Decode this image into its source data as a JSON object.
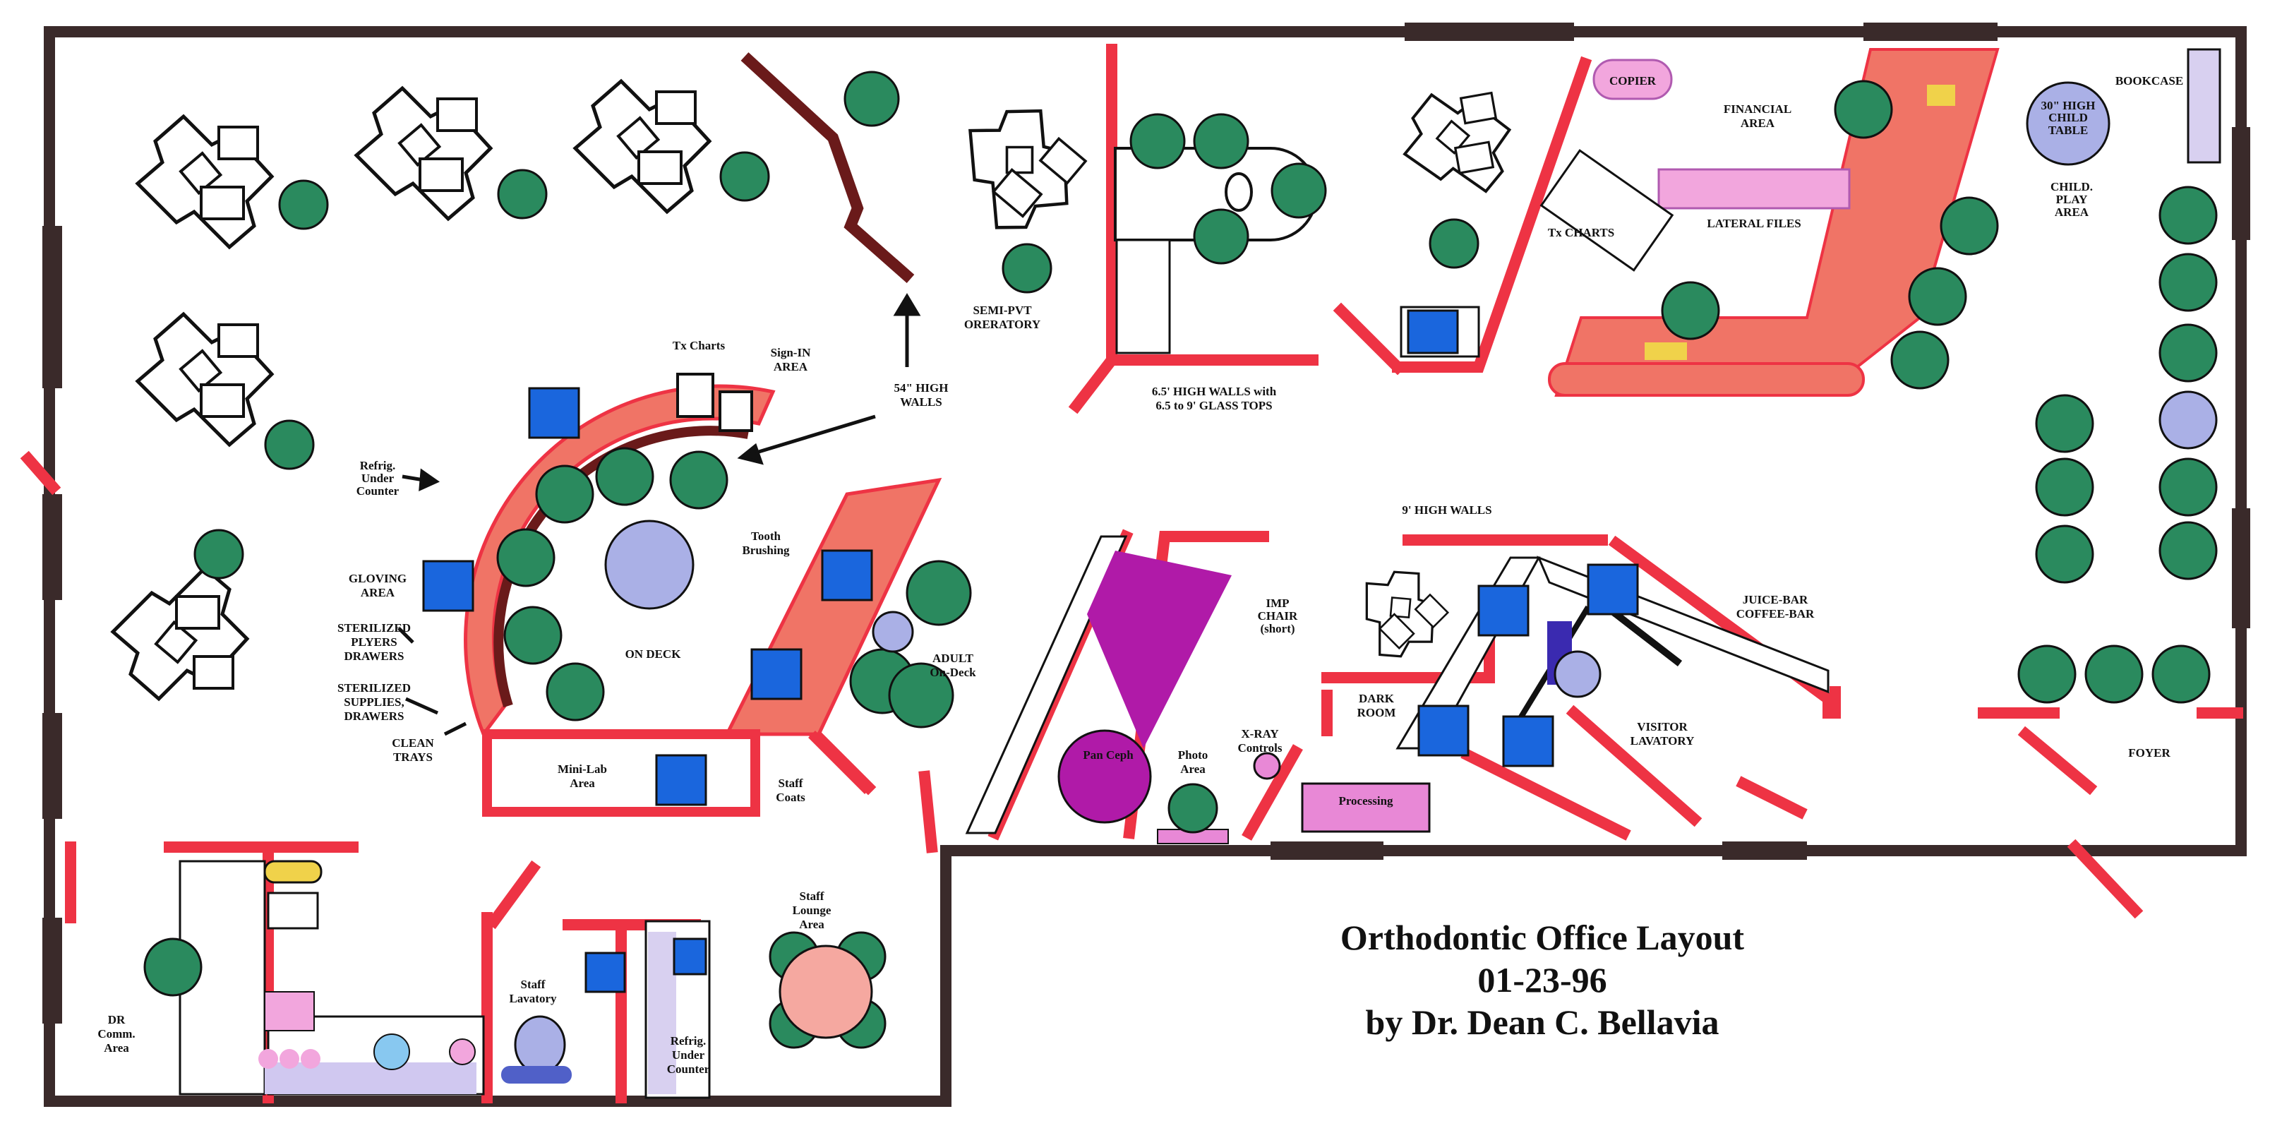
{
  "title": {
    "line1": "Orthodontic Office Layout",
    "line2": "01-23-96",
    "line3": "by Dr. Dean C. Bellavia"
  },
  "labels": {
    "tx_charts_top": "Tx Charts",
    "sign_in_1": "Sign-IN",
    "sign_in_2": "AREA",
    "high_walls_54_1": "54\" HIGH",
    "high_walls_54_2": "WALLS",
    "semi_pvt_1": "SEMI-PVT",
    "semi_pvt_2": "ORERATORY",
    "walls_65_1": "6.5' HIGH WALLS with",
    "walls_65_2": "6.5 to 9' GLASS TOPS",
    "tx_charts_right": "Tx CHARTS",
    "copier": "COPIER",
    "financial_1": "FINANCIAL",
    "financial_2": "AREA",
    "lateral_files": "LATERAL FILES",
    "bookcase": "BOOKCASE",
    "child_table_1": "30\" HIGH",
    "child_table_2": "CHILD",
    "child_table_3": "TABLE",
    "child_play_1": "CHILD.",
    "child_play_2": "PLAY",
    "child_play_3": "AREA",
    "refrig_1": "Refrig.",
    "refrig_2": "Under",
    "refrig_3": "Counter",
    "gloving_1": "GLOVING",
    "gloving_2": "AREA",
    "pliers_1": "STERILIZED",
    "pliers_2": "PLYERS",
    "pliers_3": "DRAWERS",
    "supplies_1": "STERILIZED",
    "supplies_2": "SUPPLIES,",
    "supplies_3": "DRAWERS",
    "clean_1": "CLEAN",
    "clean_2": "TRAYS",
    "on_deck": "ON DECK",
    "tooth_1": "Tooth",
    "tooth_2": "Brushing",
    "adult_1": "ADULT",
    "adult_2": "On-Deck",
    "mini_lab_1": "Mini-Lab",
    "mini_lab_2": "Area",
    "staff_coats_1": "Staff",
    "staff_coats_2": "Coats",
    "walls_9": "9' HIGH WALLS",
    "imp_1": "IMP",
    "imp_2": "CHAIR",
    "imp_3": "(short)",
    "juice_1": "JUICE-BAR",
    "juice_2": "COFFEE-BAR",
    "dark_1": "DARK",
    "dark_2": "ROOM",
    "visitor_1": "VISITOR",
    "visitor_2": "LAVATORY",
    "pan_ceph": "Pan Ceph",
    "photo_1": "Photo",
    "photo_2": "Area",
    "xray_1": "X-RAY",
    "xray_2": "Controls",
    "processing": "Processing",
    "foyer": "FOYER",
    "staff_lounge_1": "Staff",
    "staff_lounge_2": "Lounge",
    "staff_lounge_3": "Area",
    "staff_lav_1": "Staff",
    "staff_lav_2": "Lavatory",
    "dr_comm_1": "DR",
    "dr_comm_2": "Comm.",
    "dr_comm_3": "Area",
    "refrig_lower_1": "Refrig.",
    "refrig_lower_2": "Under",
    "refrig_lower_3": "Counter"
  },
  "colors": {
    "outer_wall": "#3a2a2a",
    "partition": "#ee3344",
    "counter": "#f07466",
    "chair_green": "#2a8a5e",
    "sink_blue": "#1a66dd",
    "lavender": "#aab0e6",
    "pink": "#e888d6",
    "magenta": "#b01aa8",
    "brown_wall": "#6a1a1a"
  }
}
